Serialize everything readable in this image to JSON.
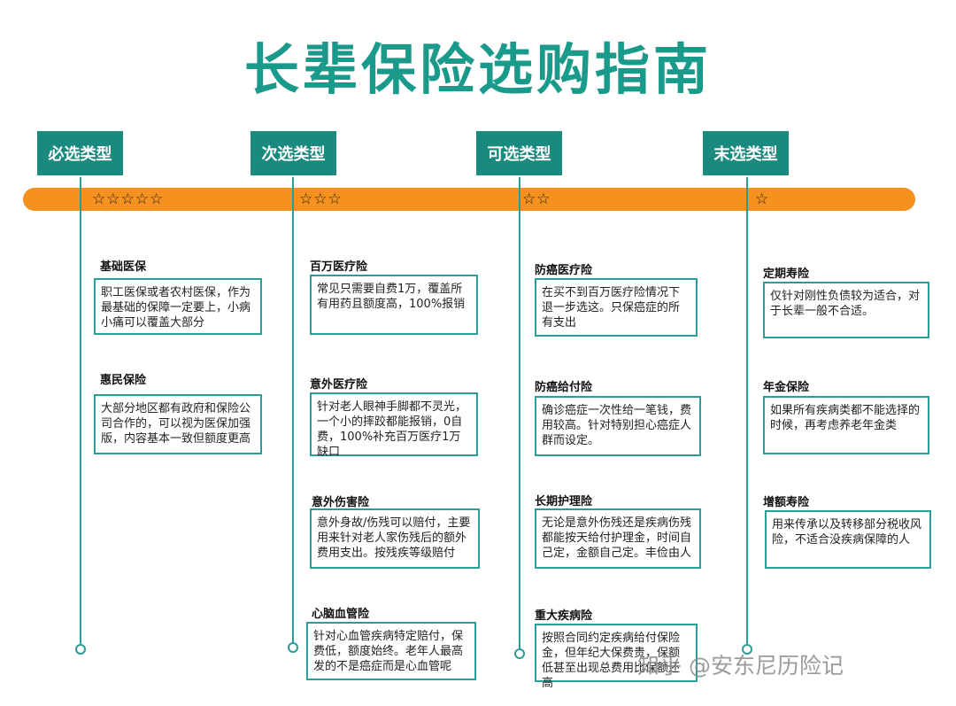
{
  "title": "长辈保险选购指南",
  "columns": [
    {
      "tag": "必选类型",
      "stars": "☆☆☆☆☆",
      "items": [
        {
          "title": "基础医保",
          "desc": "职工医保或者农村医保，作为最基础的保障一定要上，小病小痛可以覆盖大部分"
        },
        {
          "title": "惠民保险",
          "desc": "大部分地区都有政府和保险公司合作的，可以视为医保加强版，内容基本一致但额度更高"
        }
      ]
    },
    {
      "tag": "次选类型",
      "stars": "☆☆☆",
      "items": [
        {
          "title": "百万医疗险",
          "desc": "常见只需要自费1万，覆盖所有用药且额度高，100%报销"
        },
        {
          "title": "意外医疗险",
          "desc": "针对老人眼神手脚都不灵光，一个小的摔跤都能报销，0自费，100%补充百万医疗1万缺口"
        },
        {
          "title": "意外伤害险",
          "desc": "意外身故/伤残可以赔付，主要用来针对老人家伤残后的额外费用支出。按残疾等级赔付"
        },
        {
          "title": "心脑血管险",
          "desc": "针对心血管疾病特定赔付，保费低，额度始终。老年人最高发的不是癌症而是心血管呢"
        }
      ]
    },
    {
      "tag": "可选类型",
      "stars": "☆☆",
      "items": [
        {
          "title": "防癌医疗险",
          "desc": "在买不到百万医疗险情况下退一步选这。只保癌症的所有支出"
        },
        {
          "title": "防癌给付险",
          "desc": "确诊癌症一次性给一笔钱，费用较高。针对特别担心癌症人群而设定。"
        },
        {
          "title": "长期护理险",
          "desc": "无论是意外伤残还是疾病伤残都能按天给付护理金，时间自己定，金额自己定。丰俭由人"
        },
        {
          "title": "重大疾病险",
          "desc": "按照合同约定疾病给付保险金，但年纪大保费贵，保额低甚至出现总费用比保额还高"
        }
      ]
    },
    {
      "tag": "末选类型",
      "stars": "☆",
      "items": [
        {
          "title": "定期寿险",
          "desc": "仅针对刚性负债较为适合，对于长辈一般不合适。"
        },
        {
          "title": "年金保险",
          "desc": "如果所有疾病类都不能选择的时候，再考虑养老年金类"
        },
        {
          "title": "增额寿险",
          "desc": "用来传承以及转移部分税收风险，不适合没疾病保障的人"
        }
      ]
    }
  ],
  "watermark": "知乎 @安东尼历险记"
}
